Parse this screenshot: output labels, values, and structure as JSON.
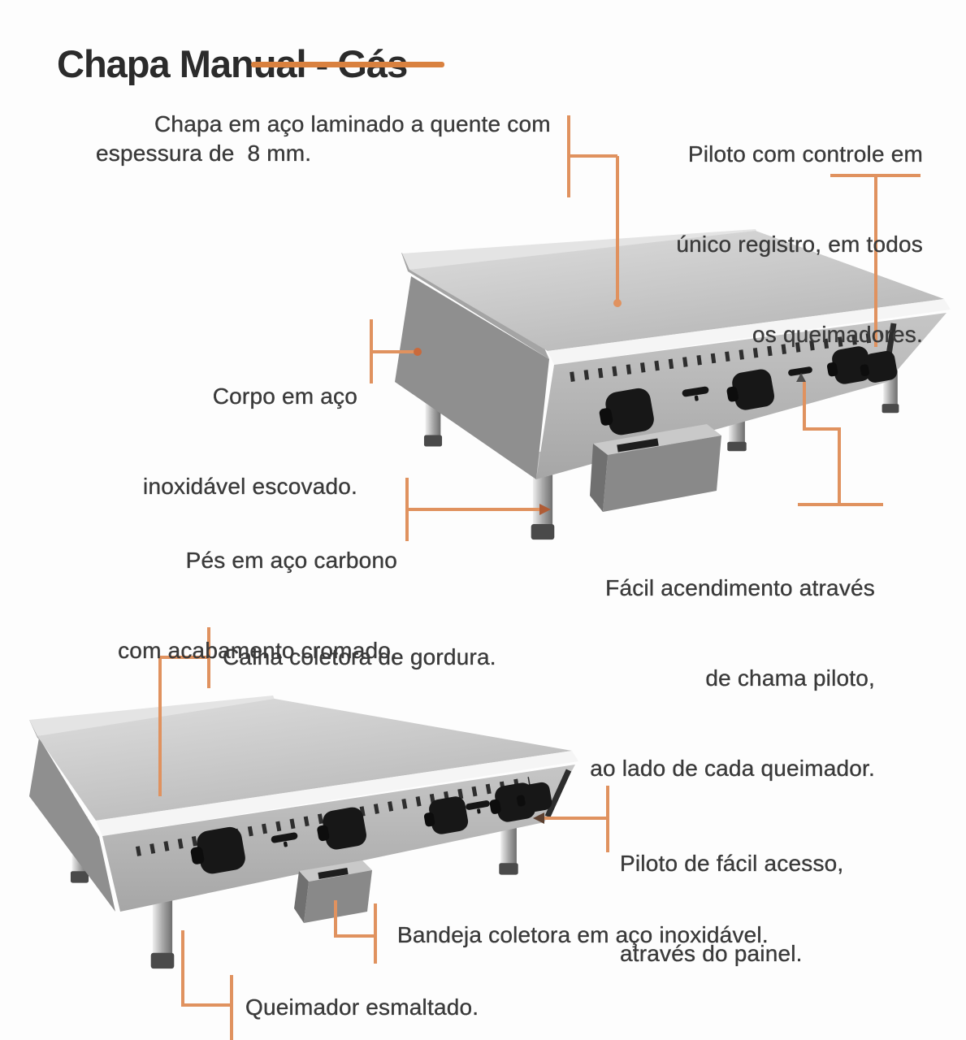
{
  "title": {
    "text": "Chapa Manual - Gás"
  },
  "callouts": {
    "chapa": {
      "lines": [
        "Chapa em aço laminado a quente com",
        "espessura de  8 mm."
      ]
    },
    "piloto_registro": {
      "lines": [
        "Piloto com controle em",
        "único registro, em todos",
        "os queimadores."
      ]
    },
    "corpo": {
      "lines": [
        "Corpo em aço",
        "inoxidável escovado."
      ]
    },
    "pes": {
      "lines": [
        "Pés em aço carbono",
        "com acabamento cromado."
      ]
    },
    "acendimento": {
      "lines": [
        "Fácil acendimento através",
        "de chama piloto,",
        "ao lado de cada queimador."
      ]
    },
    "calha": {
      "lines": [
        "Calha coletora de gordura."
      ]
    },
    "piloto_painel": {
      "lines": [
        "Piloto de fácil acesso,",
        "através do painel."
      ]
    },
    "bandeja": {
      "lines": [
        "Bandeja coletora em aço inoxidável."
      ]
    },
    "queimador": {
      "lines": [
        "Queimador esmaltado."
      ]
    }
  },
  "illustrations": {
    "top": "gas-griddle-3d-render-front-left",
    "bottom": "gas-griddle-3d-render-front-left-wide"
  },
  "colors": {
    "accent_line": "#E0925F",
    "underline": "#D9813F",
    "title_text": "#2B2B2B",
    "body_text": "#3A3A3A"
  }
}
